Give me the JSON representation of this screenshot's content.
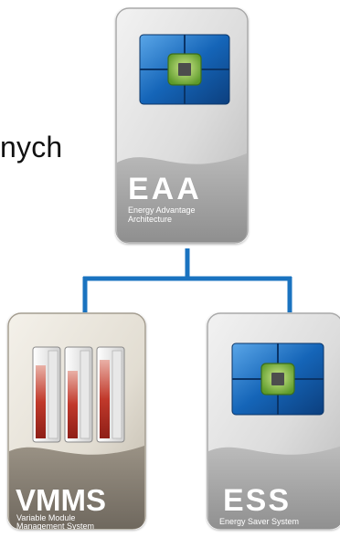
{
  "fragment_text": "nych",
  "badges": {
    "eaa": {
      "title": "EAA",
      "subtitle": "Energy Advantage\nArchitecture",
      "icon": "chip-grid-icon"
    },
    "vmms": {
      "title": "VMMS",
      "subtitle": "Variable Module\nManagement System",
      "icon": "module-bars-icon"
    },
    "ess": {
      "title": "ESS",
      "subtitle": "Energy Saver System",
      "icon": "chip-grid-icon"
    }
  },
  "colors": {
    "connector": "#1a73c0",
    "badge_silver": "#d6d6d6",
    "badge_tan": "#e2ddd2",
    "chip_blue": "#1565b8",
    "chip_green": "#8bc34a",
    "module_red": "#c1392b"
  }
}
